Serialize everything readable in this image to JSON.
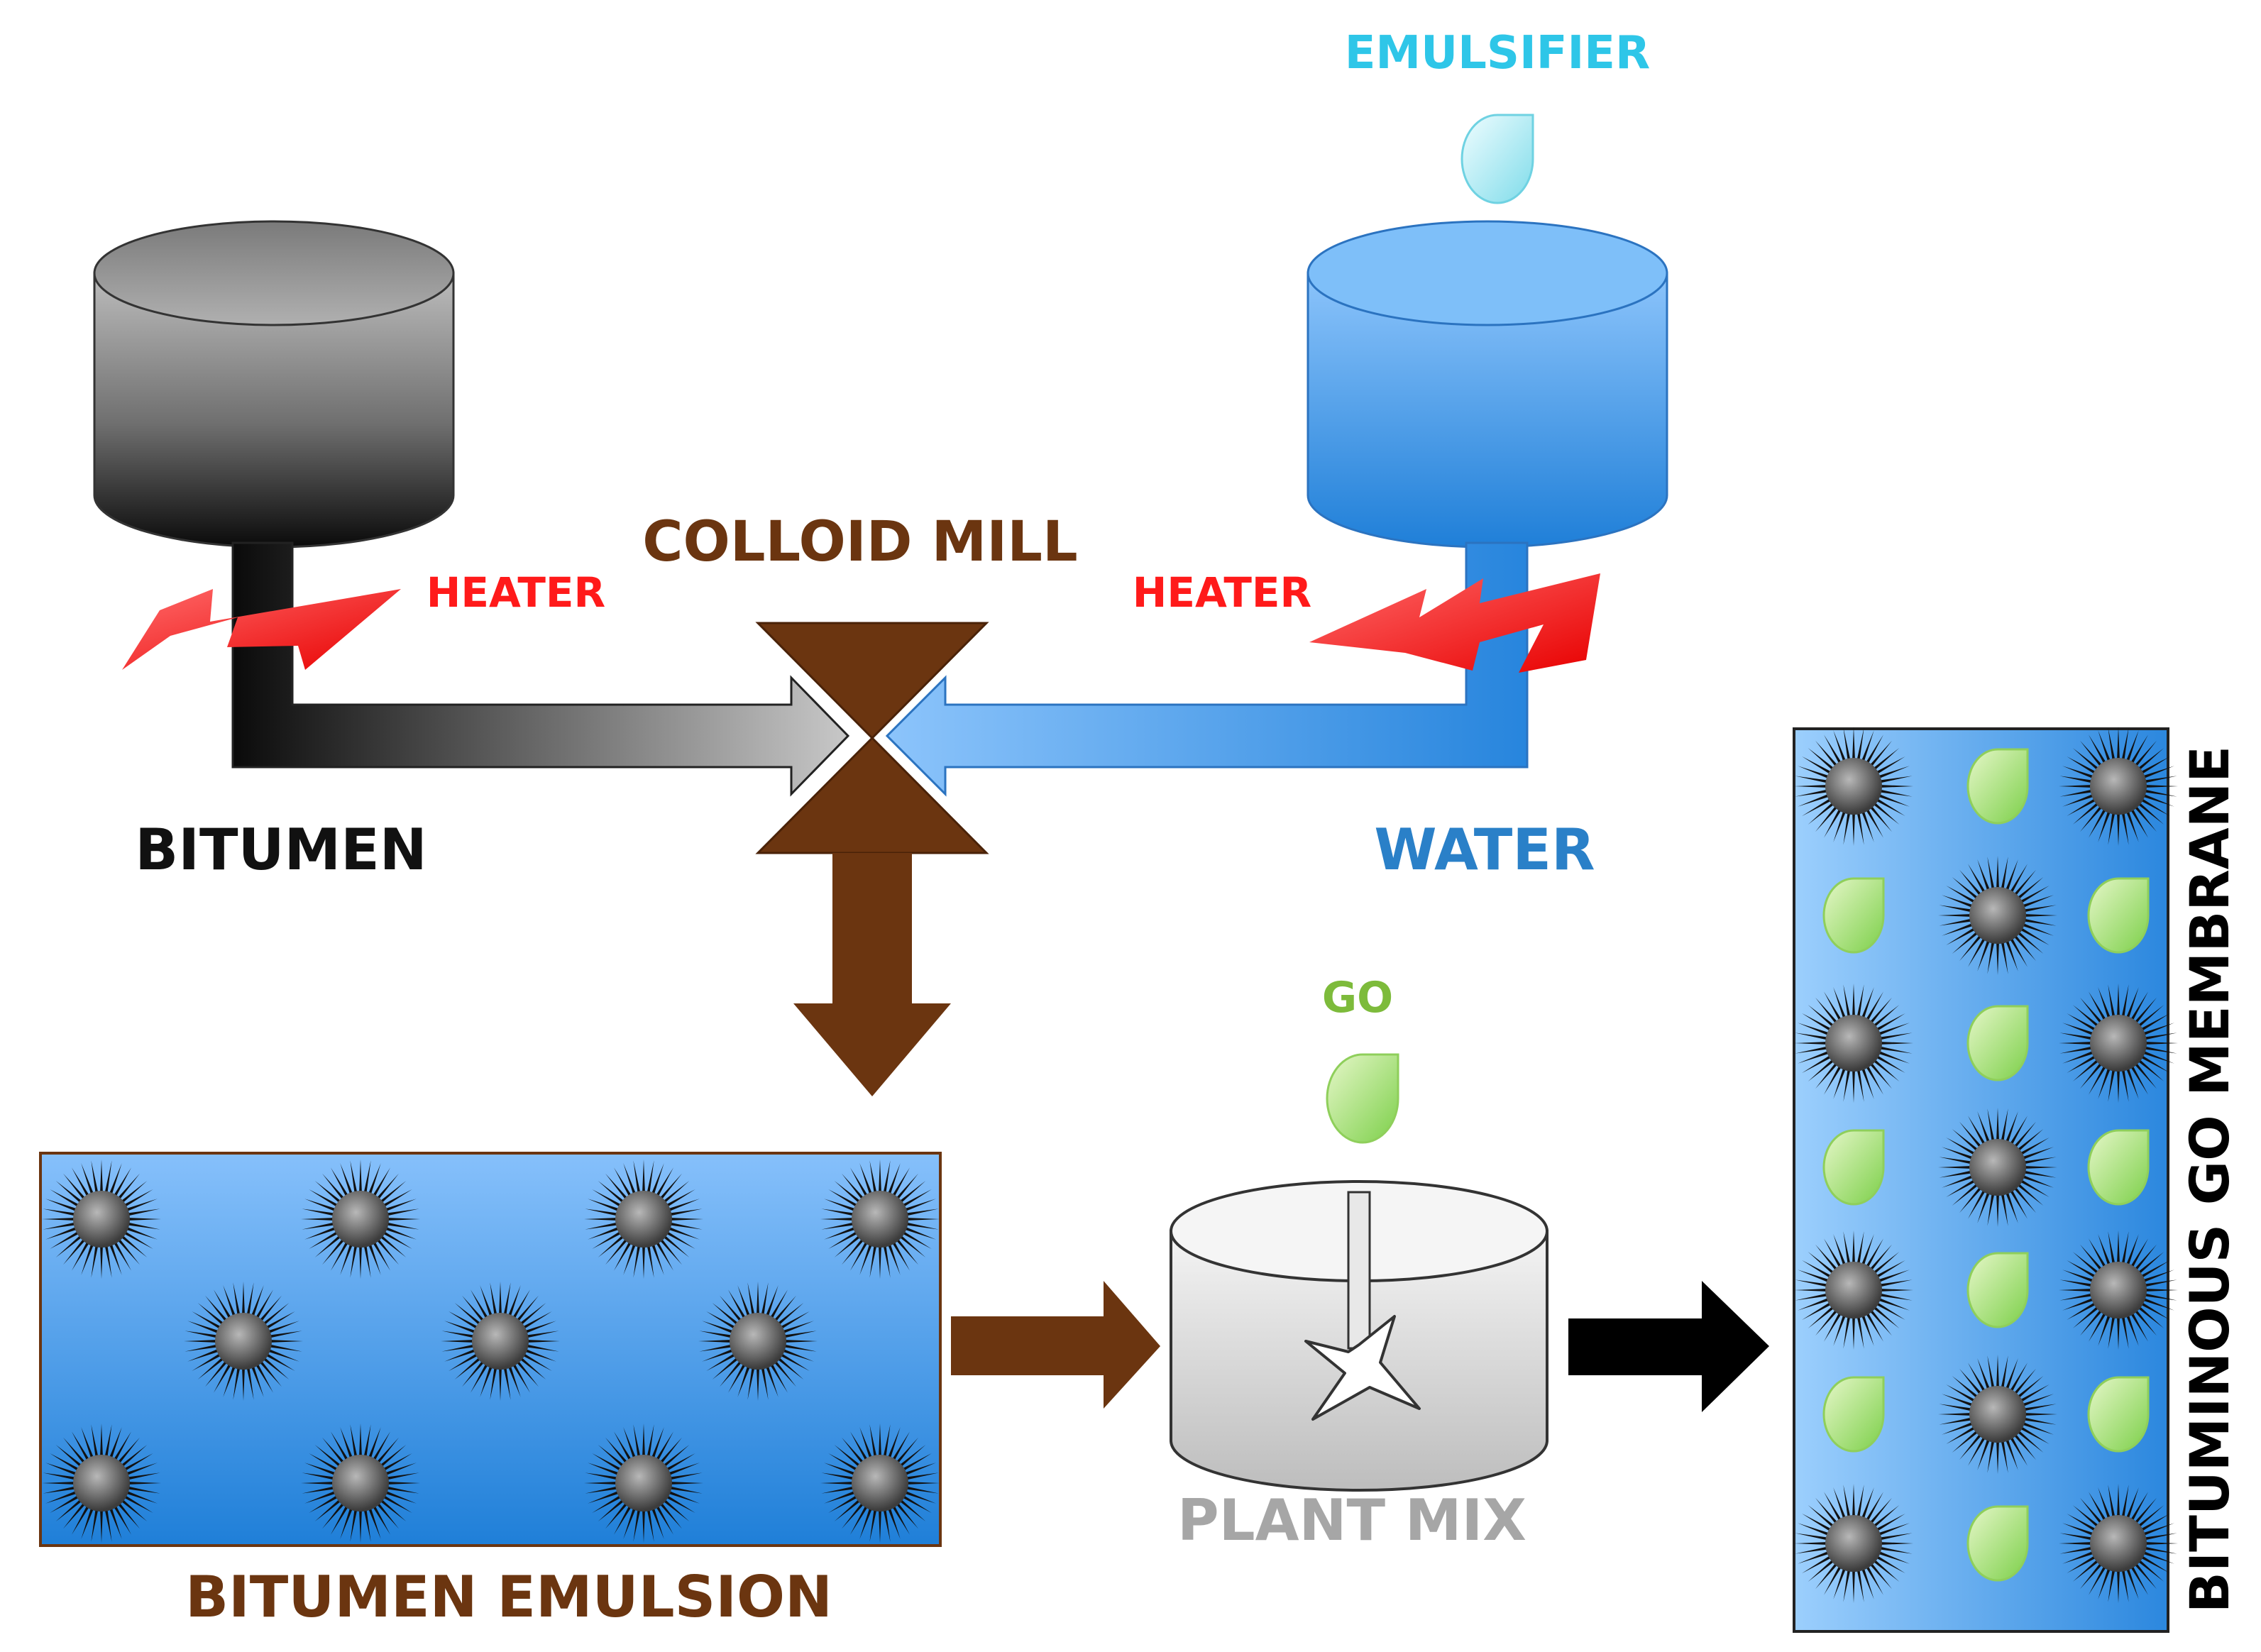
{
  "labels": {
    "emulsifier": "EMULSIFIER",
    "colloid_mill": "COLLOID MILL",
    "heater_left": "HEATER",
    "heater_right": "HEATER",
    "bitumen": "BITUMEN",
    "water": "WATER",
    "go": "GO",
    "plant_mix": "PLANT MIX",
    "bitumen_emulsion": "BITUMEN EMULSION",
    "bituminous_go_membrane": "BITUMINOUS GO MEMBRANE"
  },
  "colors": {
    "bitumen_text": "#111111",
    "water_text": "#2a80c8",
    "heater_text": "#ff1a1a",
    "emulsifier_text": "#2ec6e8",
    "go_text": "#7dbb3b",
    "brown": "#6b3510",
    "plant_mix_text": "#a6a6a6"
  },
  "icons": [
    "bitumen-tank-icon",
    "water-tank-icon",
    "heater-bolt-icon",
    "colloid-mill-valve-icon",
    "emulsifier-drop-icon",
    "go-drop-icon",
    "mixer-tank-icon",
    "bitumen-particle-icon"
  ]
}
